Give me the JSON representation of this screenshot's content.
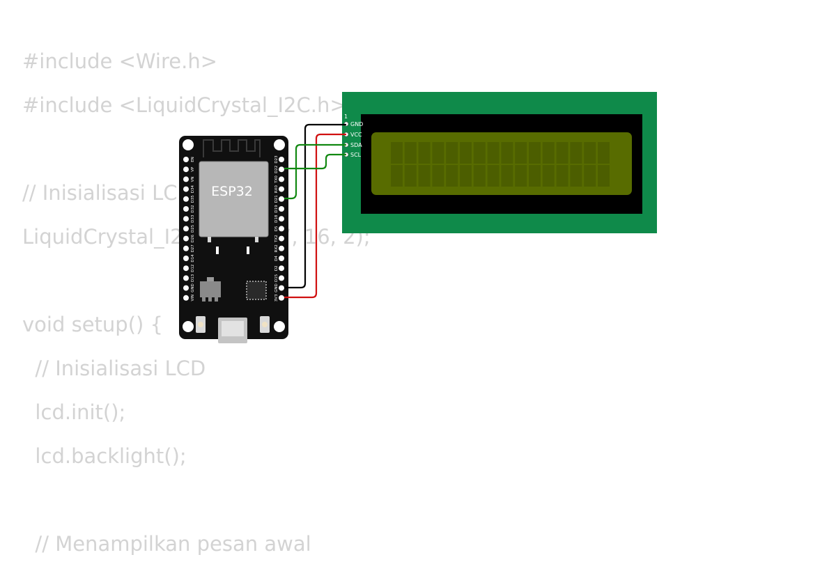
{
  "code_lines": [
    "#include <Wire.h>",
    "#include <LiquidCrystal_I2C.h>",
    "",
    "// Inisialisasi LCD",
    "LiquidCrystal_I2C lcd(0x27, 16, 2);",
    "",
    "void setup() {",
    "  // Inisialisasi LCD",
    "  lcd.init();",
    "  lcd.backlight();",
    "",
    "  // Menampilkan pesan awal"
  ],
  "esp32": {
    "label": "ESP32",
    "left_pins": [
      "EN",
      "VP",
      "VN",
      "D34",
      "D35",
      "D32",
      "D33",
      "D25",
      "D26",
      "D27",
      "D14",
      "D12",
      "D13",
      "GND",
      "VIN"
    ],
    "right_pins": [
      "D23",
      "D22",
      "TX0",
      "RX0",
      "D21",
      "D19",
      "D18",
      "D5",
      "TX2",
      "RX2",
      "D4",
      "D2",
      "D15",
      "GND",
      "3V3"
    ]
  },
  "lcd": {
    "pin1_label": "1",
    "pins": [
      "GND",
      "VCC",
      "SDA",
      "SCL"
    ],
    "columns": 16,
    "rows": 2,
    "board_color": "#0f8a4a",
    "screen_color": "#586c00"
  },
  "wires": {
    "gnd_color": "#000000",
    "vcc_color": "#d01010",
    "sda_color": "#118811",
    "scl_color": "#118811"
  }
}
